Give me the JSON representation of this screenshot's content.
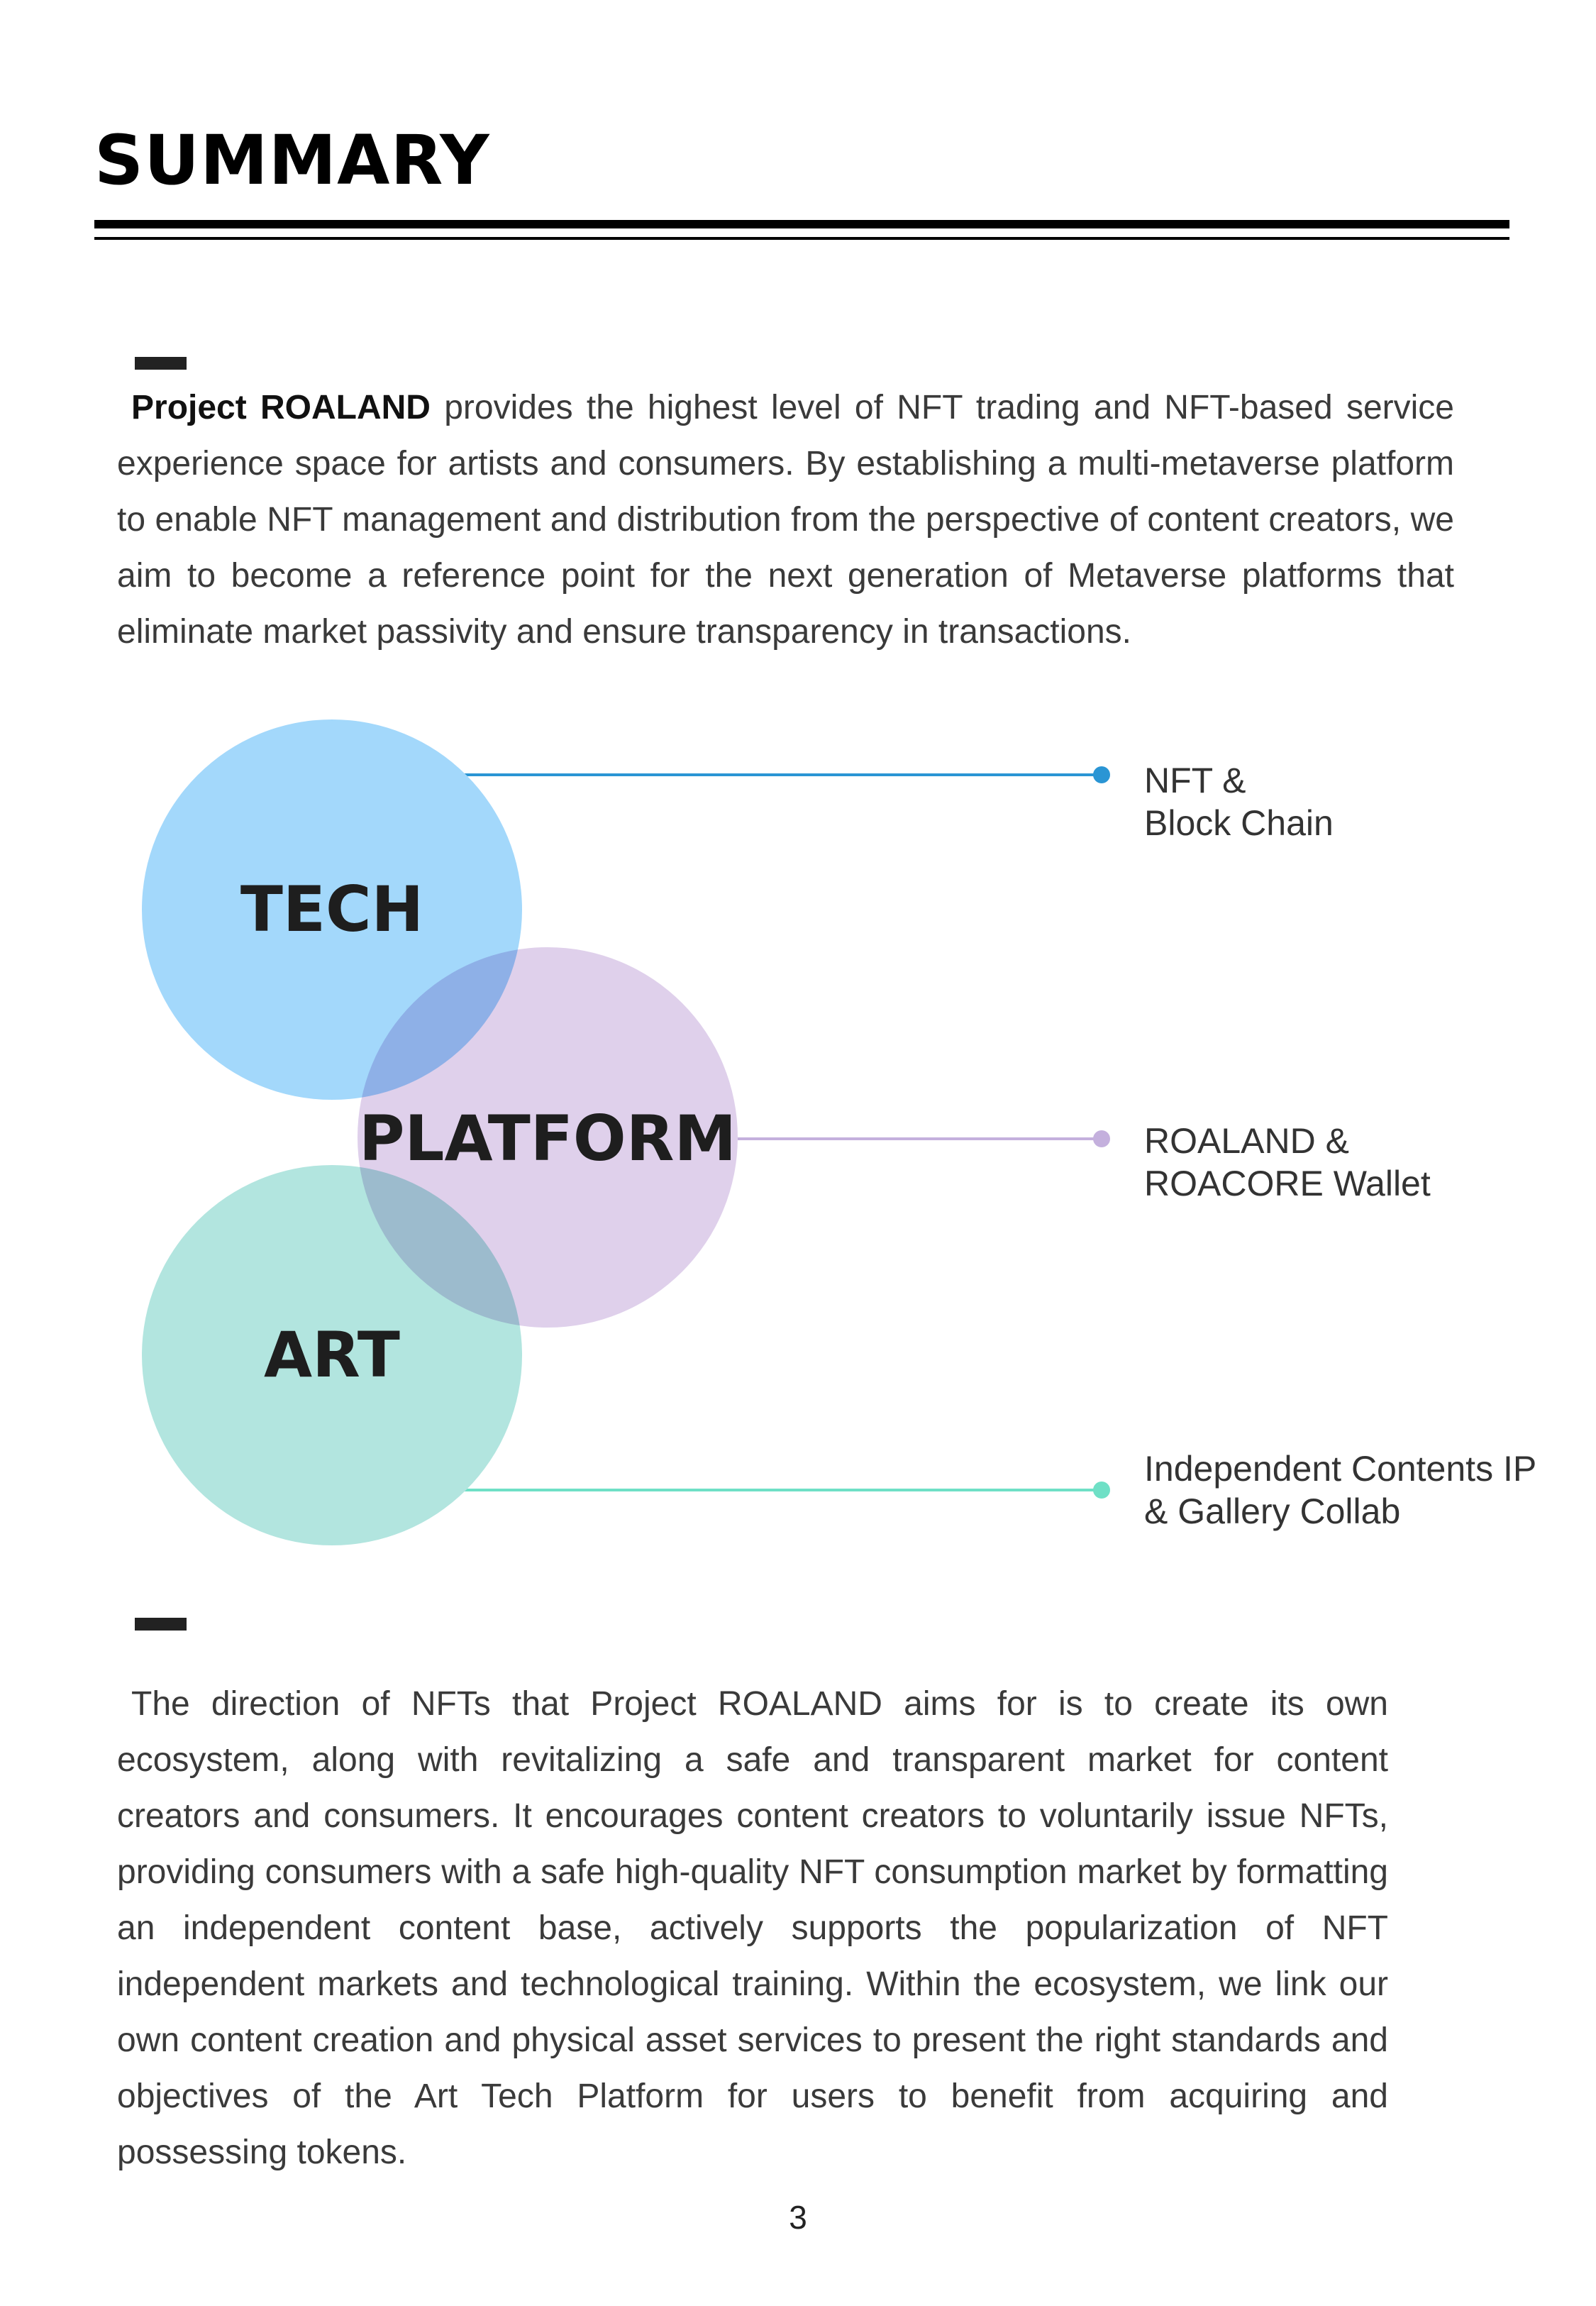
{
  "header": {
    "title": "SUMMARY"
  },
  "intro": {
    "lead": "Project ROALAND",
    "text": " provides the highest level of NFT trading and NFT-based service experience space for artists and consumers. By establishing a multi-metaverse platform to enable NFT management and distribution from the perspective of content creators, we aim to become a reference point for the next generation of Metaverse platforms that eliminate market passivity and ensure transparency in transactions."
  },
  "diagram": {
    "circles": {
      "tech": {
        "label": "TECH",
        "color": "#a3d8fb"
      },
      "platform": {
        "label": "PLATFORM",
        "color": "#dac8e8"
      },
      "art": {
        "label": "ART",
        "color": "#b2e5df"
      }
    },
    "callouts": {
      "tech": {
        "line1": "NFT &",
        "line2": "Block Chain",
        "color": "#2a95d4"
      },
      "platform": {
        "line1": "ROALAND &",
        "line2": "ROACORE Wallet",
        "color": "#c4b0dd"
      },
      "art": {
        "line1": "Independent Contents IP",
        "line2": "& Gallery Collab",
        "color": "#6fe0c6"
      }
    }
  },
  "direction": {
    "text": "The direction of NFTs that Project ROALAND aims for is to create its own ecosystem, along with revitalizing a safe and transparent market for content creators and consumers. It encourages content creators to voluntarily issue NFTs, providing consumers with a safe high-quality NFT consumption market by formatting an independent content base, actively supports the popularization of NFT independent markets and technological training. Within the ecosystem, we link our own content creation and physical asset services to present the right standards and objectives of the Art Tech Platform for users to benefit from acquiring and possessing tokens."
  },
  "footer": {
    "page_number": "3"
  }
}
